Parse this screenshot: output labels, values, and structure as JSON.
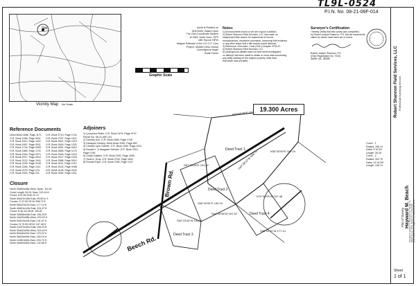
{
  "header": {
    "handwritten_id": "TL9L-0524",
    "pin": "P.I.N. No. 08-21-06F-014"
  },
  "vicinity_map": {
    "label": "Vicinity Map",
    "scale_note": "No Scale",
    "site_label": "Site"
  },
  "north_note": {
    "lines": [
      "North is Rotated on",
      "Grid North, Based Upon",
      "The Ohio Coordinate System",
      "of 1983, North Zone, GPS",
      "with Topcon HiPer",
      "Magnet Software & the O.D.O.T. Cors",
      "Project, NAD83 (Ohio Geoid)",
      "Convergence Angle",
      "Scale Factor"
    ]
  },
  "graphic_scale": {
    "label": "Graphic Scale"
  },
  "notes": {
    "title": "Notes:",
    "lines": [
      "1) All monuments found or set are in good condition.",
      "2) Robert Shannon Field Services, LLC has made no",
      "independent title search for easements of record,",
      "encumbrances, restrictive covenants, ownership title evidence",
      "or any other factor that a title search would disclose.",
      "3) Reference: Ohio Adm. Code (OAC) Chapter 4733-37.",
      "4) Robert Shannon Field Services LLC.",
      "5) Underground utilities have not been field investigated;",
      "no attempt has been made to obtain or show data concerning",
      "any utility existing on the subject property other than",
      "that which was provided."
    ]
  },
  "certification": {
    "title": "Surveyor's Certification",
    "lines": [
      "I hereby certify that this survey was completed,",
      "by Robert Joseph Shannon, P.S. and all monuments",
      "called for herein have been set or found."
    ],
    "signer": "Robert Joseph Shannon, P.S.",
    "reg": "(Ohio Registration No. 7910)",
    "date": "June 11, 2018"
  },
  "reference_documents": {
    "title": "Reference Documents",
    "col1": [
      "Deed Book 1885, Page 1171",
      "O.R. Book 1495, Page 0011",
      "O.R. Book 1612, Page 1201",
      "O.R. Book 1697, Page 0011",
      "O.R. Book 1744, Page 0005",
      "O.R. Book 1865, Page 1741",
      "O.R. Book 1915, Page 0371",
      "O.R. Book 2017, Page 0012",
      "O.R. Book 2122, Page 1041",
      "O.R. Book 2245, Page 0145",
      "O.R. Book 2284, Page 2111",
      "O.R. Book 2275, Page 274",
      "O.R. Book 2402, Page 211"
    ],
    "col2": [
      "O.R. Book 2713, Page 1741",
      "O.R. Book 2757, Page 1011",
      "O.R. Book 2801, Page 1013",
      "O.R. Book 2816, Page 1201",
      "O.R. Book 2831, Page 0412",
      "O.R. Book 2885, Page 1175",
      "O.R. Book 2916, Page 1013",
      "O.R. Book 2917, Page 1243",
      "O.R. Book 2986, Page 0011",
      "O.R. Book 3011, Page 1412",
      "O.R. Book 3102, Page 0186",
      "O.R. Book 3125, Page 0241",
      "O.R. Book 3182, Page 1011"
    ]
  },
  "adjoiners": {
    "title": "Adjoiners",
    "items": [
      "1) Lynnwood Rider, O.R. Book 2479, Page 0747, Parcel No. 08-21-06F-011",
      "2) Dorothy Ann, O.R. Book 2488, Page 1745",
      "3) Dewayne Kinsley, Deed Book 3160, Page 683",
      "4) Charles Lynn Garrett, O.R. Book 1940, Page 1911",
      "5) Ronald L. & Margaret Schuler, O.R. Book 2012, Page 0745",
      "6) Lindia Gallatin, O.R. Book 2183, Page 1845",
      "7) Scott A. Gray, O.R. Book 2745, Page 1841",
      "8) Ronald Pope, O.R. Book 2785, Page 1247"
    ]
  },
  "closure": {
    "title": "Closure",
    "lines": [
      "North 33d50m46s West, Span: 111.50",
      "Conic Length 26.26, Bear. 120.16 ft",
      "Chord: S70-35-01W 22.12",
      "South 84d47m18s East, 59.63 to 3",
      "Course: S 47-00-05 W, 598.73 ft",
      "North 55d22m10s East, 177.14 ft",
      "South 46d01m19s East, 224.47 ft",
      "Chord: N 38-43-46 W, 153.81",
      "South 30d06m06s East, 195.15 ft",
      "North 44d43m58s West, 202.02 ft",
      "North 52d19m44s East, 141.67 ft",
      "Course: N 70-50-05 W, 157.48 ft",
      "South 41d37m40s East, 184.20 ft",
      "North 33d42m05s West, 315.43 ft",
      "North 50d46m20s East, 123.22 ft",
      "North 35d30m09s East, 160.19 ft",
      "North 12d51m52s East, 204.70 ft",
      "North 35d00m00s East, 142.68 ft"
    ]
  },
  "plat": {
    "acres_label": "19.300 Acres",
    "road1": "Beech Rd.",
    "road2": "Brown Rd.",
    "tract_labels": [
      "Deed Tract 1",
      "Deed Tract 2",
      "Deed Tract 3",
      "Deed Tract 4"
    ],
    "bearing_labels": [
      "N83°55'38\"E 1113.55",
      "S42°28'12\"W 598.73",
      "N57°23'08\"E 224.47",
      "S55°20'00\"E 195.15",
      "N44°43'58\"W 202.02",
      "S52°19'44\"W 141.67",
      "N70°50'05\"W 157.48",
      "S56°22'10\"W 177.14",
      "N35°30'09\"E 160.19"
    ]
  },
  "curve_table": {
    "lines": [
      "Curve - 1",
      "Radius: 155.14",
      "Delta: 9°41'34\"",
      "Length: 26.26",
      "Curve - 2",
      "Radius: 342.70",
      "Delta: 22°41'35\"",
      "Length: 135.74"
    ]
  },
  "title_block": {
    "company": "Robert Shannon Field Services, LLC",
    "company_address": "Professional Surveying Services",
    "plat_label": "Plat of Survey",
    "owner": "Hayward M. Beach",
    "location_lines": [
      "Situated in Section 6, Township 12, Range 14",
      "Maple Grove, Ohio, Route No. 4 Township",
      "O.R. Book 2770, Page 1771, Deed Book 1883"
    ],
    "sheet_label": "Sheet",
    "sheet_number": "1 of 1"
  },
  "colors": {
    "ink": "#111111",
    "paper": "#ffffff"
  }
}
